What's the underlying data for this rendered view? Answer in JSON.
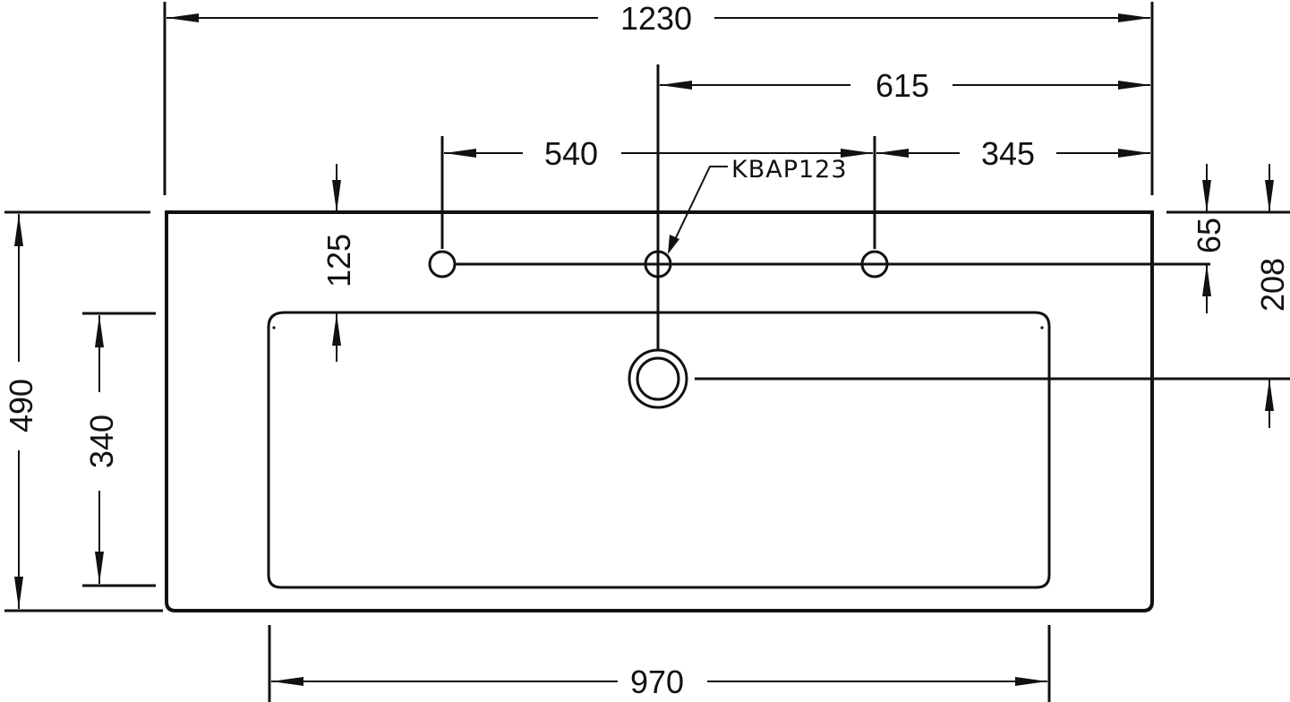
{
  "dimensions": {
    "overall_width": "1230",
    "tap_hole_to_right_edge": "615",
    "tap_hole_spacing": "540",
    "right_hole_to_edge": "345",
    "rim_depth": "125",
    "overall_depth": "490",
    "bowl_depth": "340",
    "bowl_width": "970",
    "tap_hole_from_back": "65",
    "waste_from_back": "208"
  },
  "callout": {
    "label": "KBAP123"
  },
  "colors": {
    "line": "#111111",
    "background": "#ffffff"
  }
}
